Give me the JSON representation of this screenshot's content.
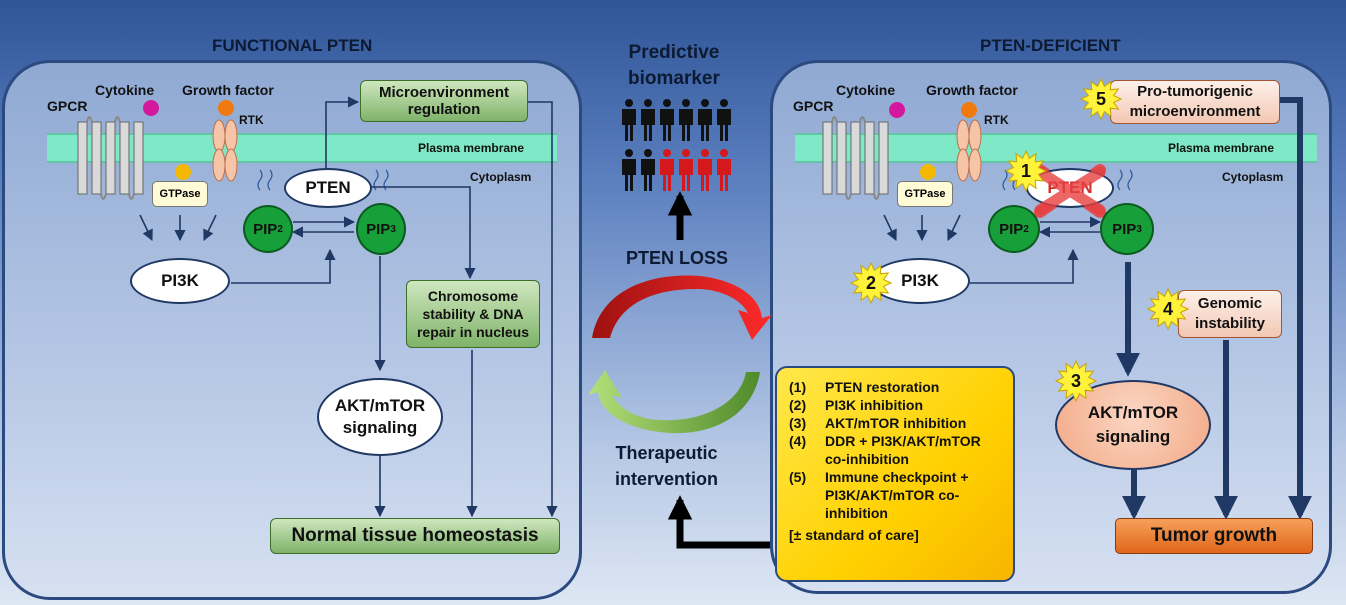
{
  "left": {
    "title": "FUNCTIONAL PTEN",
    "gpcr": "GPCR",
    "cytokine": "Cytokine",
    "growth_factor": "Growth factor",
    "rtk": "RTK",
    "plasma_membrane": "Plasma membrane",
    "cytoplasm": "Cytoplasm",
    "gtpase": "GTPase",
    "pten": "PTEN",
    "pip2": "PIP",
    "pip3": "PIP",
    "sub2": "2",
    "sub3": "3",
    "pi3k": "PI3K",
    "micro_line1": "Microenvironment",
    "micro_line2": "regulation",
    "chromo_line1": "Chromosome",
    "chromo_line2": "stability & DNA",
    "chromo_line3": "repair in nucleus",
    "akt_line1": "AKT/mTOR",
    "akt_line2": "signaling",
    "homeostasis": "Normal tissue homeostasis"
  },
  "center": {
    "predictive_line1": "Predictive",
    "predictive_line2": "biomarker",
    "pten_loss": "PTEN LOSS",
    "therapeutic_line1": "Therapeutic",
    "therapeutic_line2": "intervention"
  },
  "therapy": {
    "items": [
      {
        "num": "(1)",
        "lines": [
          "PTEN restoration"
        ]
      },
      {
        "num": "(2)",
        "lines": [
          "PI3K inhibition"
        ]
      },
      {
        "num": "(3)",
        "lines": [
          "AKT/mTOR inhibition"
        ]
      },
      {
        "num": "(4)",
        "lines": [
          "DDR + PI3K/AKT/mTOR",
          "co-inhibition"
        ]
      },
      {
        "num": "(5)",
        "lines": [
          "Immune checkpoint +",
          "PI3K/AKT/mTOR co-",
          "inhibition"
        ]
      }
    ],
    "footer": "[± standard of care]"
  },
  "right": {
    "title": "PTEN-DEFICIENT",
    "gpcr": "GPCR",
    "cytokine": "Cytokine",
    "growth_factor": "Growth factor",
    "rtk": "RTK",
    "plasma_membrane": "Plasma membrane",
    "cytoplasm": "Cytoplasm",
    "gtpase": "GTPase",
    "pten": "PTEN",
    "pip2": "PIP",
    "pip3": "PIP",
    "sub2": "2",
    "sub3": "3",
    "pi3k": "PI3K",
    "protumor_line1": "Pro-tumorigenic",
    "protumor_line2": "microenvironment",
    "genomic_line1": "Genomic",
    "genomic_line2": "instability",
    "akt_line1": "AKT/mTOR",
    "akt_line2": "signaling",
    "tumor_growth": "Tumor growth",
    "badge1": "1",
    "badge2": "2",
    "badge3": "3",
    "badge4": "4",
    "badge5": "5"
  },
  "colors": {
    "arrow": "#1f3864",
    "membrane": "#7fe8c6",
    "pip": "#17a03a",
    "badge": "#fff23a",
    "cycle_red": "#d4181c",
    "cycle_green": "#7ac142",
    "people_black": "#111111",
    "people_red": "#d4181c"
  },
  "people": {
    "row1": [
      "black",
      "black",
      "black",
      "black",
      "black",
      "black"
    ],
    "row2": [
      "black",
      "black",
      "red",
      "red",
      "red",
      "red"
    ]
  }
}
